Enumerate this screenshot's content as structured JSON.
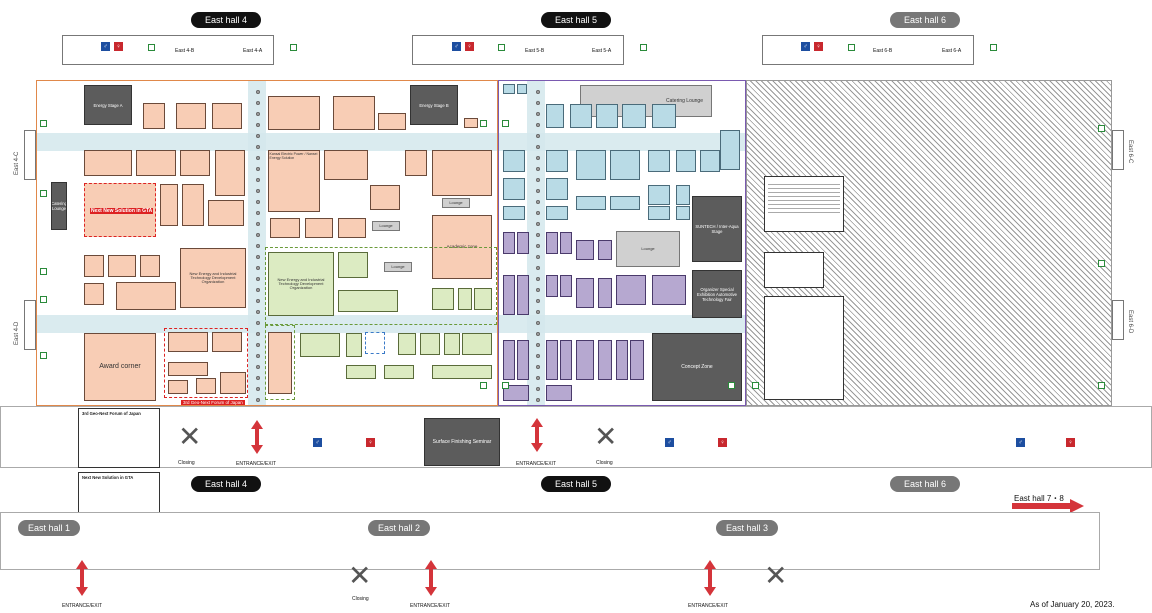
{
  "hall_labels_top": [
    {
      "id": "h4",
      "text": "East hall 4",
      "style": "dark"
    },
    {
      "id": "h5",
      "text": "East hall 5",
      "style": "dark"
    },
    {
      "id": "h6",
      "text": "East hall 6",
      "style": "gray"
    }
  ],
  "hall_labels_bottom": [
    {
      "id": "h4b",
      "text": "East hall 4",
      "style": "dark"
    },
    {
      "id": "h5b",
      "text": "East hall 5",
      "style": "dark"
    },
    {
      "id": "h6b",
      "text": "East hall 6",
      "style": "gray"
    }
  ],
  "lower_halls": [
    {
      "id": "h1",
      "text": "East hall 1"
    },
    {
      "id": "h2",
      "text": "East hall 2"
    },
    {
      "id": "h3",
      "text": "East hall 3"
    }
  ],
  "east_hall_78": "East hall 7・8",
  "entrances": {
    "e4a": "East 4-A",
    "e4b": "East 4-B",
    "e5a": "East 5-A",
    "e5b": "East 5-B",
    "e6a": "East 6-A",
    "e6b": "East 6-B",
    "e4c": "East 4-C",
    "e4d": "East 4-D",
    "e6c": "East 6-C",
    "e6d": "East 6-D"
  },
  "entrance_exit": "ENTRANCE/EXIT",
  "closing": "Closing",
  "stages": {
    "energy_a": "Energy Stage A",
    "energy_b": "Energy Stage B",
    "catering_lounge_left": "Catering Lounge",
    "catering_lounge_right": "Catering Lounge",
    "award_corner": "Award corner",
    "next_new_solution": "Next New Solution in GTA",
    "geo_next": "3rd Geo-Next Forum of Japan",
    "surface_finishing": "Surface Finishing Seminar",
    "lounge_1": "Lounge",
    "lounge_2": "Lounge",
    "lounge_3": "Lounge",
    "academic_zone": "Academic zone",
    "kansai_org": "Kansai Electric Power / Nansei Energy Solution",
    "new_energy_org": "New Energy and Industrial Technology Development Organization",
    "new_energy_org2": "New Energy and Industrial Technology Development Organization",
    "sunitech": "SUNTECH / Inter-Aqua Stage",
    "organizer": "Organizer Special Exhibition Automotive Technology Fair",
    "concept_zone": "Concept Zone"
  },
  "as_of": "As of January 20, 2023.",
  "legend_geo_title": "3rd Geo-Next Forum of Japan",
  "legend_next_title": "Next New Solution in GTA",
  "icons": {
    "exit": "emergency-exit-icon",
    "toilet_m": "male-toilet-icon",
    "toilet_f": "female-toilet-icon",
    "arrow": "double-arrow-icon",
    "closed": "x-mark-icon"
  },
  "colors": {
    "hall4_booth": "#f8cdb5",
    "hall5_blue": "#b9dbe6",
    "hall5_purple": "#b6a8d0",
    "green_zone": "#dcebc2",
    "arrow_red": "#d4343a",
    "dark_stage": "#5c5c5c"
  }
}
